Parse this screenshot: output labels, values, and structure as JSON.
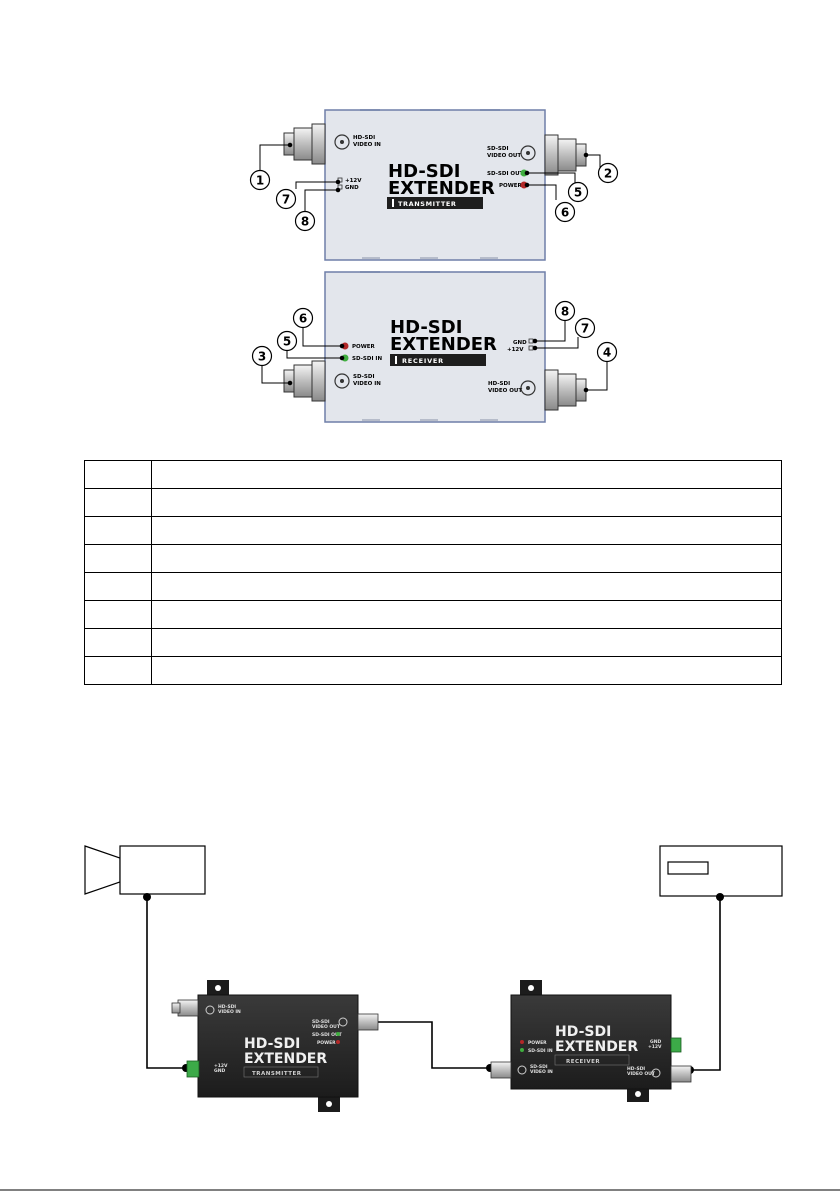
{
  "transmitter": {
    "title_line1": "HD-SDI",
    "title_line2": "EXTENDER",
    "badge": "TRANSMITTER",
    "in_label_1": "HD-SDI",
    "in_label_2": "VIDEO IN",
    "out_label_1": "SD-SDI",
    "out_label_2": "VIDEO OUT",
    "led_label_1": "SD-SDI OUT",
    "led_label_2": "POWER",
    "pwr_label_1": "+12V",
    "pwr_label_2": "GND"
  },
  "receiver": {
    "title_line1": "HD-SDI",
    "title_line2": "EXTENDER",
    "badge": "RECEIVER",
    "in_label_1": "SD-SDI",
    "in_label_2": "VIDEO IN",
    "out_label_1": "HD-SDI",
    "out_label_2": "VIDEO OUT",
    "led_label_1": "POWER",
    "led_label_2": "SD-SDI IN",
    "pwr_label_1": "GND",
    "pwr_label_2": "+12V"
  },
  "callouts": {
    "c1": "1",
    "c2": "2",
    "c3": "3",
    "c4": "4",
    "c5": "5",
    "c6": "6",
    "c7": "7",
    "c8": "8",
    "c5b": "5",
    "c6b": "6",
    "c7b": "7",
    "c8b": "8"
  },
  "parts_table": {
    "rows": [
      {
        "no": "",
        "desc": ""
      },
      {
        "no": "",
        "desc": ""
      },
      {
        "no": "",
        "desc": ""
      },
      {
        "no": "",
        "desc": ""
      },
      {
        "no": "",
        "desc": ""
      },
      {
        "no": "",
        "desc": ""
      },
      {
        "no": "",
        "desc": ""
      },
      {
        "no": "",
        "desc": ""
      }
    ]
  },
  "connection": {
    "tx": {
      "title_line1": "HD-SDI",
      "title_line2": "EXTENDER",
      "badge": "TRANSMITTER",
      "in_label_1": "HD-SDI",
      "in_label_2": "VIDEO IN",
      "out_label_1": "SD-SDI",
      "out_label_2": "VIDEO OUT",
      "led_label_1": "SD-SDI OUT",
      "led_label_2": "POWER",
      "pwr_label_1": "+12V",
      "pwr_label_2": "GND"
    },
    "rx": {
      "title_line1": "HD-SDI",
      "title_line2": "EXTENDER",
      "badge": "RECEIVER",
      "led_label_1": "POWER",
      "led_label_2": "SD-SDI IN",
      "in_label_1": "SD-SDI",
      "in_label_2": "VIDEO IN",
      "out_label_1": "HD-SDI",
      "out_label_2": "VIDEO OUT",
      "pwr_label_1": "GND",
      "pwr_label_2": "+12V"
    }
  },
  "colors": {
    "panel_fill": "#e3e6ec",
    "panel_border": "#6f7fa8",
    "led_green": "#3fae3f",
    "led_red": "#b32828",
    "unit_dark": "#262626",
    "terminal_green": "#3caa48"
  }
}
